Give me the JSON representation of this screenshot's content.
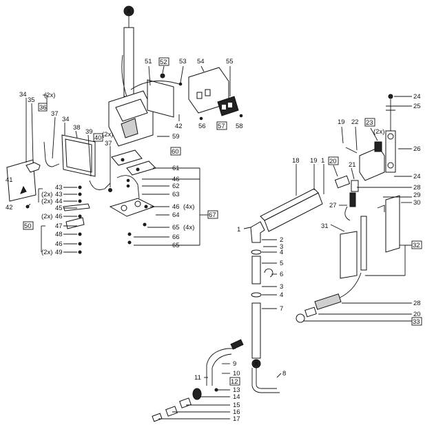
{
  "marker": "X",
  "callouts": {
    "c1a": "1",
    "c1b": "1",
    "c2": "2",
    "c3a": "3",
    "c3b": "3",
    "c4a": "4",
    "c4b": "4",
    "c5": "5",
    "c6": "6",
    "c7": "7",
    "c8": "8",
    "c9": "9",
    "c10": "10",
    "c11": "11",
    "c12": "12",
    "c13": "13",
    "c14": "14",
    "c15": "15",
    "c16": "16",
    "c17": "17",
    "c18": "18",
    "c19a": "19",
    "c19b": "19",
    "c20a": "20",
    "c20b": "20",
    "c21": "21",
    "c22": "22",
    "c23": "23",
    "c23x": "(2x)",
    "c24a": "24",
    "c24b": "24",
    "c25": "25",
    "c26": "26",
    "c27": "27",
    "c28a": "28",
    "c28b": "28",
    "c29": "29",
    "c30": "30",
    "c31": "31",
    "c32": "32",
    "c33": "33",
    "c34a": "34",
    "c34b": "34",
    "c35": "35",
    "c36": "36",
    "c36x": "(2x)",
    "c37a": "37",
    "c37b": "37",
    "c38": "38",
    "c39": "39",
    "c40": "40",
    "c40x": "(2x)",
    "c41": "41",
    "c42a": "42",
    "c42b": "42",
    "c43a": "43",
    "c43b": "43",
    "c43x": "(2x)",
    "c44": "44",
    "c44x": "(2x)",
    "c45": "45",
    "c46a": "46",
    "c46ax": "(2x)",
    "c46b": "46",
    "c46c": "46",
    "c46d": "46",
    "c46dx": "(4x)",
    "c47": "47",
    "c48": "48",
    "c49": "49",
    "c49x": "(2x)",
    "c50": "50",
    "c51": "51",
    "c52": "52",
    "c53": "53",
    "c54": "54",
    "c55": "55",
    "c56": "56",
    "c57": "57",
    "c58": "58",
    "c59": "59",
    "c60": "60",
    "c61": "61",
    "c62": "62",
    "c63": "63",
    "c64": "64",
    "c65": "65",
    "c65x": "(4x)",
    "c66": "66",
    "c67": "67"
  }
}
